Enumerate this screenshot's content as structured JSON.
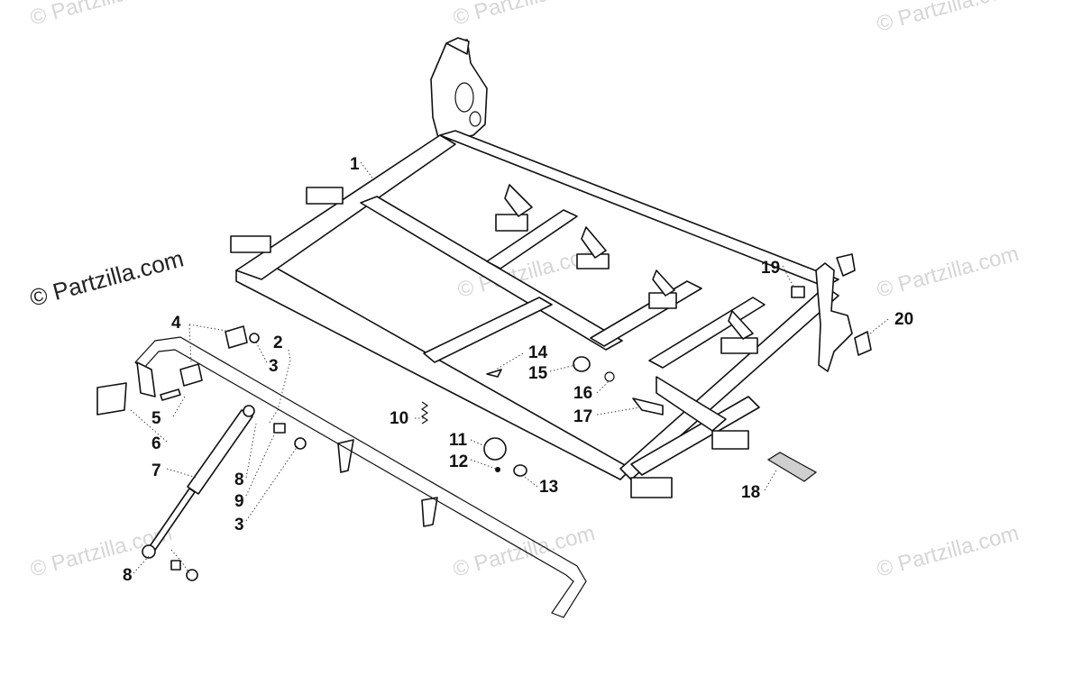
{
  "logo": "© Partzilla.com",
  "watermark": "© Partzilla.com",
  "callouts": [
    {
      "id": "c1",
      "label": "1"
    },
    {
      "id": "c2",
      "label": "2"
    },
    {
      "id": "c3a",
      "label": "3"
    },
    {
      "id": "c3b",
      "label": "3"
    },
    {
      "id": "c4",
      "label": "4"
    },
    {
      "id": "c5",
      "label": "5"
    },
    {
      "id": "c6",
      "label": "6"
    },
    {
      "id": "c7",
      "label": "7"
    },
    {
      "id": "c8a",
      "label": "8"
    },
    {
      "id": "c8b",
      "label": "8"
    },
    {
      "id": "c9",
      "label": "9"
    },
    {
      "id": "c10",
      "label": "10"
    },
    {
      "id": "c11",
      "label": "11"
    },
    {
      "id": "c12",
      "label": "12"
    },
    {
      "id": "c13",
      "label": "13"
    },
    {
      "id": "c14",
      "label": "14"
    },
    {
      "id": "c15",
      "label": "15"
    },
    {
      "id": "c16",
      "label": "16"
    },
    {
      "id": "c17",
      "label": "17"
    },
    {
      "id": "c18",
      "label": "18"
    },
    {
      "id": "c19",
      "label": "19"
    },
    {
      "id": "c20",
      "label": "20"
    }
  ]
}
